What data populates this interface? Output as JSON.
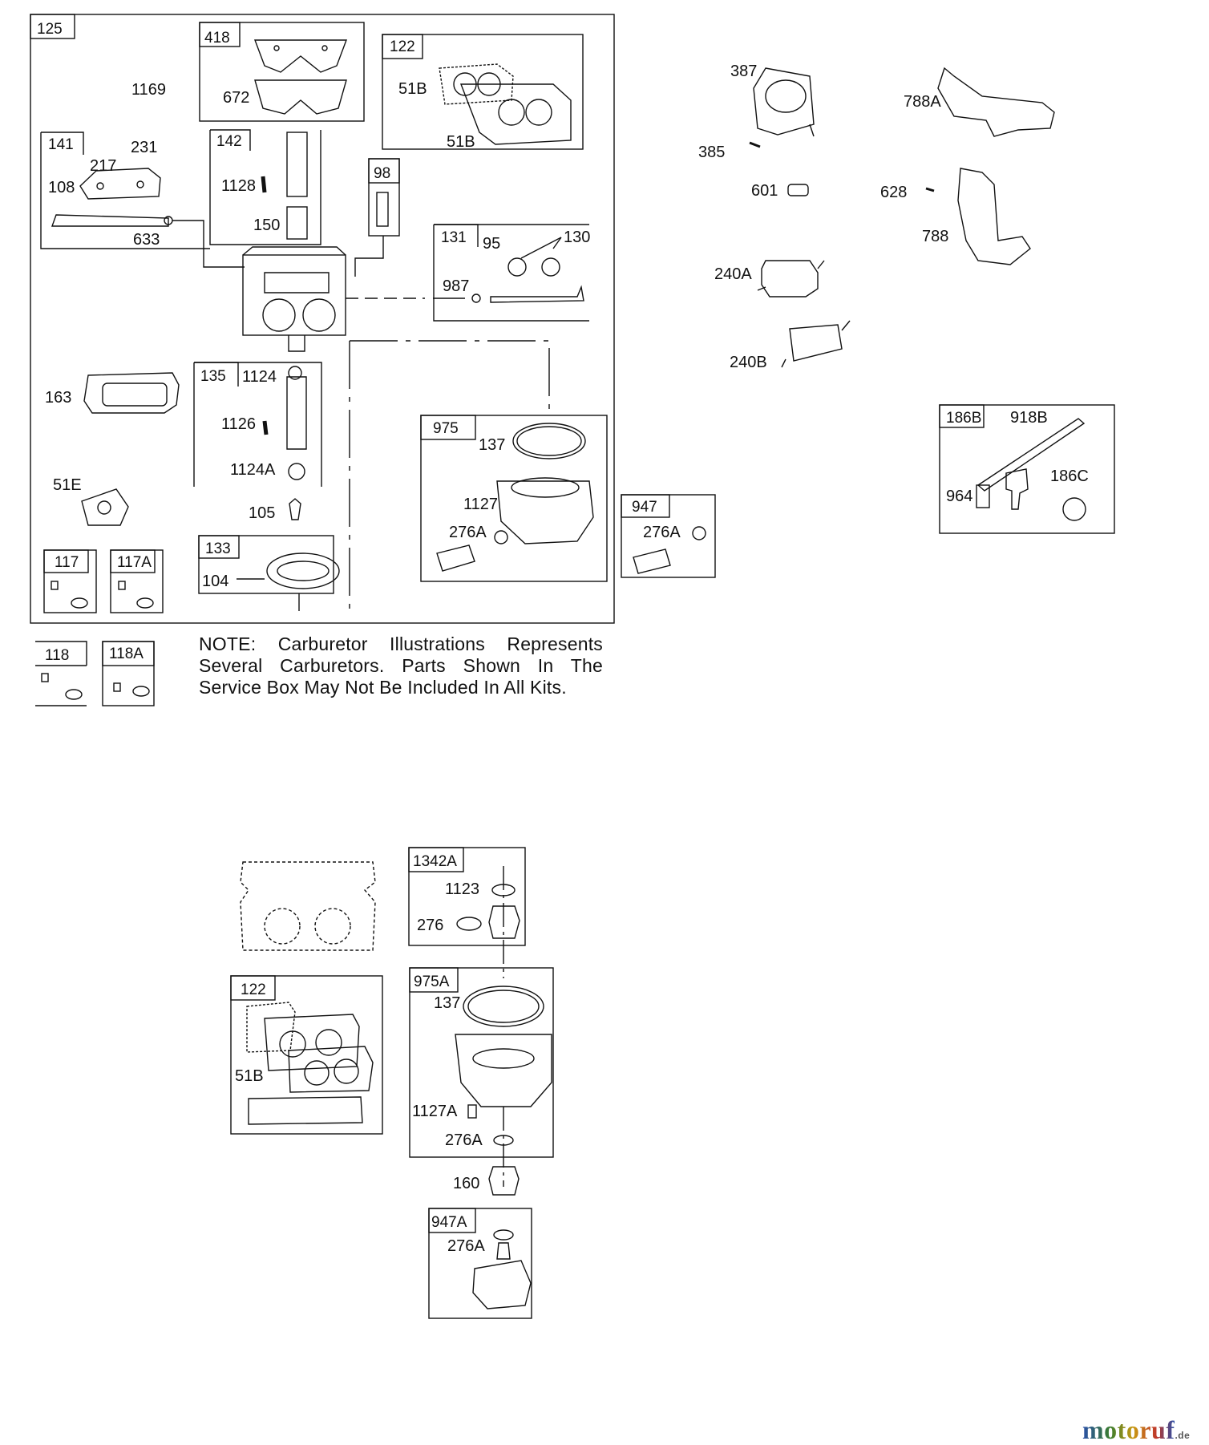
{
  "note": {
    "lines": [
      "NOTE: Carburetor Illustrations Represents",
      "Several Carburetors. Parts Shown In The",
      "Service Box May Not Be Included In All Kits."
    ]
  },
  "boxes": {
    "b125": "125",
    "b418": "418",
    "b122a": "122",
    "b141": "141",
    "b142": "142",
    "b98": "98",
    "b131": "131",
    "b135": "135",
    "b975": "975",
    "b947": "947",
    "b133": "133",
    "b117": "117",
    "b117a": "117A",
    "b118": "118",
    "b118a": "118A",
    "b186b": "186B",
    "b1342a": "1342A",
    "b975a": "975A",
    "b122b": "122",
    "b947a": "947A"
  },
  "labels": {
    "l1169": "1169",
    "l672": "672",
    "l51b_1": "51B",
    "l51b_2": "51B",
    "l231": "231",
    "l217": "217",
    "l108": "108",
    "l1128": "1128",
    "l150": "150",
    "l633": "633",
    "l95": "95",
    "l130": "130",
    "l987": "987",
    "l1124": "1124",
    "l1126": "1126",
    "l1124a": "1124A",
    "l105": "105",
    "l104": "104",
    "l163": "163",
    "l51e": "51E",
    "l137": "137",
    "l1127": "1127",
    "l276a_1": "276A",
    "l276a_2": "276A",
    "l387": "387",
    "l385": "385",
    "l601": "601",
    "l240a": "240A",
    "l240b": "240B",
    "l788a": "788A",
    "l628": "628",
    "l788": "788",
    "l918b": "918B",
    "l964": "964",
    "l186c": "186C",
    "l1123": "1123",
    "l276": "276",
    "l137b": "137",
    "l1127a": "1127A",
    "l276a_3": "276A",
    "l160": "160",
    "l276a_4": "276A",
    "l51b_3": "51B"
  },
  "brand": {
    "name": "motoruf",
    "suffix": ".de"
  }
}
